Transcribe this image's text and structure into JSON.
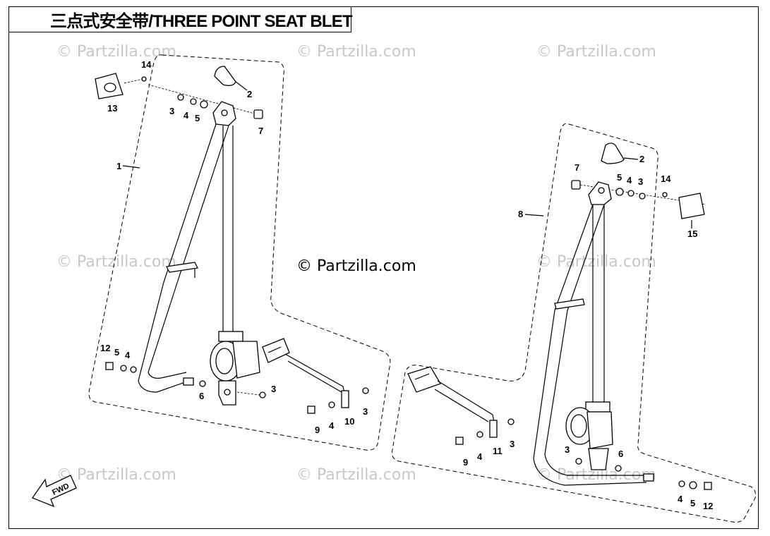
{
  "title": "三点式安全带/THREE POINT SEAT BLET",
  "watermark": "© Partzilla.com",
  "center_watermark": "© Partzilla.com",
  "fwd_label": "FWD",
  "labels": {
    "left": {
      "l1": "1",
      "l2": "2",
      "l3a": "3",
      "l4a": "4",
      "l5a": "5",
      "l7": "7",
      "l13": "13",
      "l14": "14",
      "l12": "12",
      "l5b": "5",
      "l4b": "4",
      "l6": "6",
      "l3b": "3",
      "l9": "9",
      "l4c": "4",
      "l10": "10",
      "l3c": "3"
    },
    "right": {
      "l8": "8",
      "l2": "2",
      "l7": "7",
      "l5a": "5",
      "l4a": "4",
      "l3a": "3",
      "l14": "14",
      "l15": "15",
      "l9": "9",
      "l4b": "4",
      "l11": "11",
      "l3b": "3",
      "l3c": "3",
      "l6": "6",
      "l4c": "4",
      "l5b": "5",
      "l12": "12"
    }
  },
  "colors": {
    "line": "#000000",
    "watermark": "#c8c8c8",
    "background": "#ffffff"
  }
}
